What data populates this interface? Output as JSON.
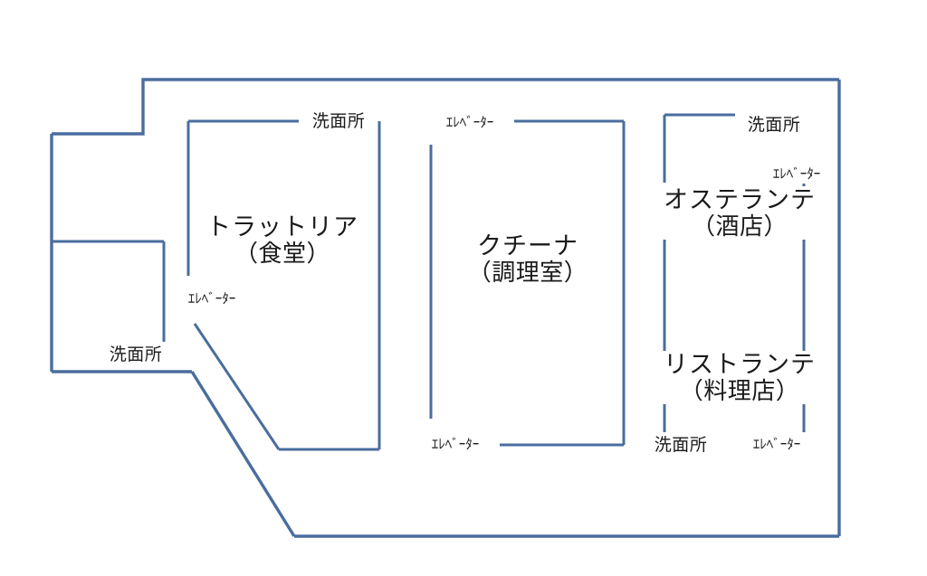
{
  "diagram": {
    "kind": "floor-plan",
    "colors": {
      "wall": "#4a6d9e",
      "background": "#ffffff",
      "text": "#1a1a1a"
    }
  },
  "rooms": [
    {
      "id": "trattoria",
      "name": "トラットリア",
      "sub": "（食堂）"
    },
    {
      "id": "cucina",
      "name": "クチーナ",
      "sub": "（調理室）"
    },
    {
      "id": "osteria",
      "name": "オステランテ",
      "sub": "（酒店）"
    },
    {
      "id": "ristorante",
      "name": "リストランテ",
      "sub": "（料理店）"
    }
  ],
  "labels": {
    "washroom_trattoria": "洗面所",
    "washroom_left": "洗面所",
    "washroom_osteria": "洗面所",
    "washroom_ristorante": "洗面所",
    "elevator_trattoria": "ｴﾚﾍﾞｰﾀｰ",
    "elevator_cucina_top": "ｴﾚﾍﾞｰﾀｰ",
    "elevator_cucina_bottom": "ｴﾚﾍﾞｰﾀｰ",
    "elevator_osteria": "ｴﾚﾍﾞｰﾀｰ",
    "elevator_ristorante": "ｴﾚﾍﾞｰﾀｰ"
  }
}
